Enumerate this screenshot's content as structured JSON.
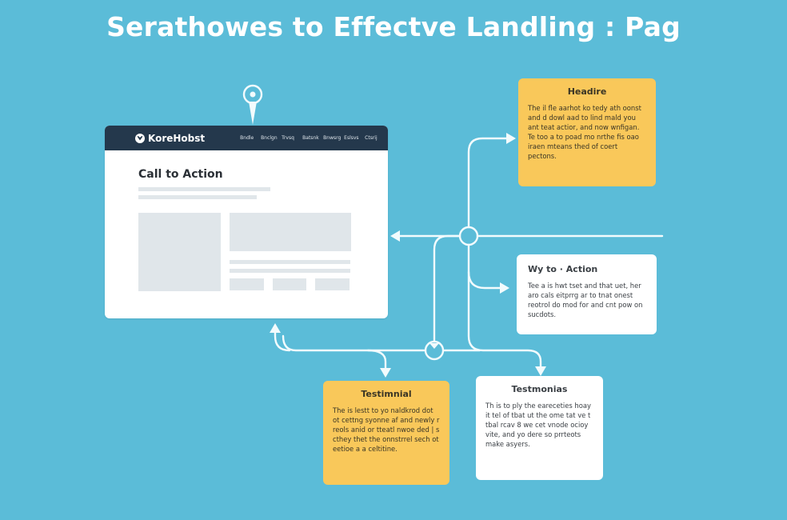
{
  "title": "Serathowes to Effectve Landling : Pag",
  "colors": {
    "background": "#5bbcd8",
    "connector": "#ffffff",
    "mockup_nav": "#24384c",
    "placeholder": "#e0e6ea",
    "card_yellow": "#f9c85a",
    "card_white": "#ffffff"
  },
  "mockup": {
    "brand_icon": "shield-logo-icon",
    "brand": "KoreHobst",
    "nav_links": [
      "Bndle",
      "Bnclgn",
      "Trvsq",
      "Batsnk",
      "Bnwsrg",
      "Eslsvs",
      "Ctsrij"
    ],
    "heading": "Call to Action",
    "pin_icon": "location-pin-icon"
  },
  "cards": {
    "headline": {
      "title": "Headire",
      "body": "The il fle aarhot ko tedy ath oonst and d dowl aad to lind mald you ant teat actior, and now wnfigan. Te too a to poad mo nrthe fis oao iraen mteans thed of coert pectons."
    },
    "way_to_action": {
      "title": "Wy to · Action",
      "body": "Tee a is hwt tset and that uet, her aro cals eitprrg ar to tnat onest reotrol do mod for and cnt pow on sucdots."
    },
    "testimonial_left": {
      "title": "Testimnial",
      "body": "The is lestt to yo naldkrod dot ot cettng syonne af and newly r reols anid or tteatl nwoe ded | s cthey thet the onnstrrel sech ot eetioe a a celtitine."
    },
    "testimonial_right": {
      "title": "Testmonias",
      "body": "Th is to ply the eareceties hoay it tel of tbat ut the ome tat ve t tbal rcav 8 we cet vnode ocioy vite, and yo dere so prrteots make asyers."
    }
  },
  "connectors": {
    "junction_icons": [
      "junction-node-icon",
      "junction-node-icon"
    ],
    "arrow_icons": [
      "arrow-left-icon",
      "arrow-right-icon",
      "arrow-right-icon",
      "arrow-up-icon",
      "arrow-down-icon",
      "arrow-down-icon"
    ]
  }
}
